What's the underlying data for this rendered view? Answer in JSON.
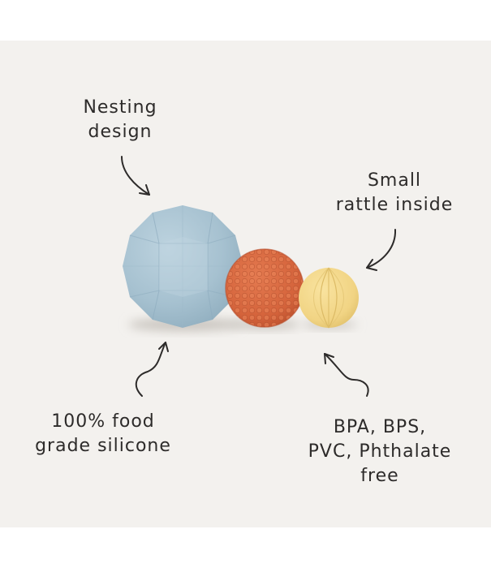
{
  "labels": {
    "nesting": [
      "Nesting",
      "design"
    ],
    "rattle": [
      "Small",
      "rattle inside"
    ],
    "silicone": [
      "100% food",
      "grade silicone"
    ],
    "free": [
      "BPA, BPS,",
      "PVC, Phthalate",
      "free"
    ]
  },
  "colors": {
    "background": "#f3f1ee",
    "text": "#2d2b2a",
    "blue_ball": "#a9c4d3",
    "orange_ball": "#d9683f",
    "yellow_ball": "#f4d98a"
  },
  "icons": [
    "arrow-icon"
  ]
}
